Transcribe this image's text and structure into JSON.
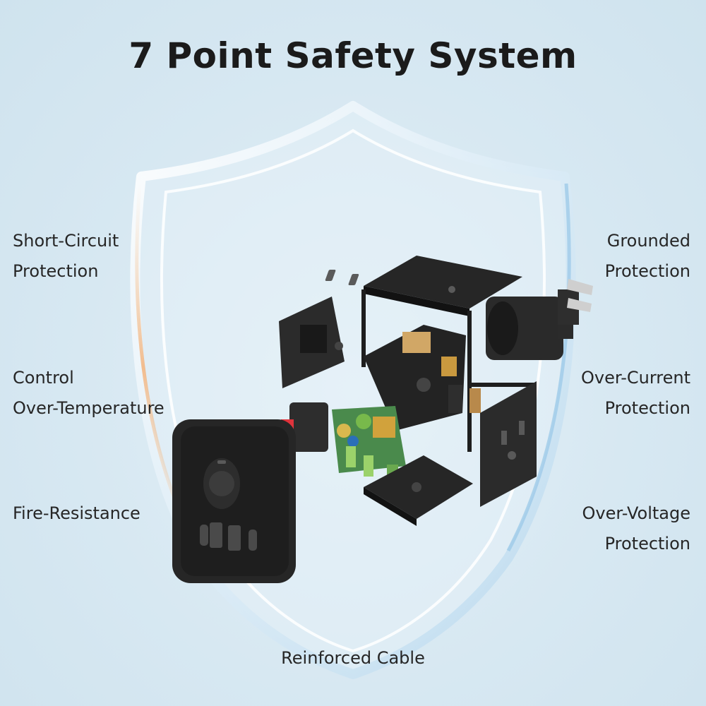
{
  "title": "7 Point Safety System",
  "labels": {
    "short_circuit": [
      "Short-Circuit",
      "Protection"
    ],
    "control_temp": [
      "Control",
      "Over-Temperature"
    ],
    "fire": [
      "Fire-Resistance"
    ],
    "grounded": [
      "Grounded",
      "Protection"
    ],
    "over_current": [
      "Over-Current",
      "Protection"
    ],
    "over_voltage": [
      "Over-Voltage",
      "Protection"
    ],
    "cable": "Reinforced Cable"
  },
  "colors": {
    "background": "#d6e8f2",
    "shield": "#ffffff",
    "product": "#1e1e1e",
    "text": "#262626"
  }
}
